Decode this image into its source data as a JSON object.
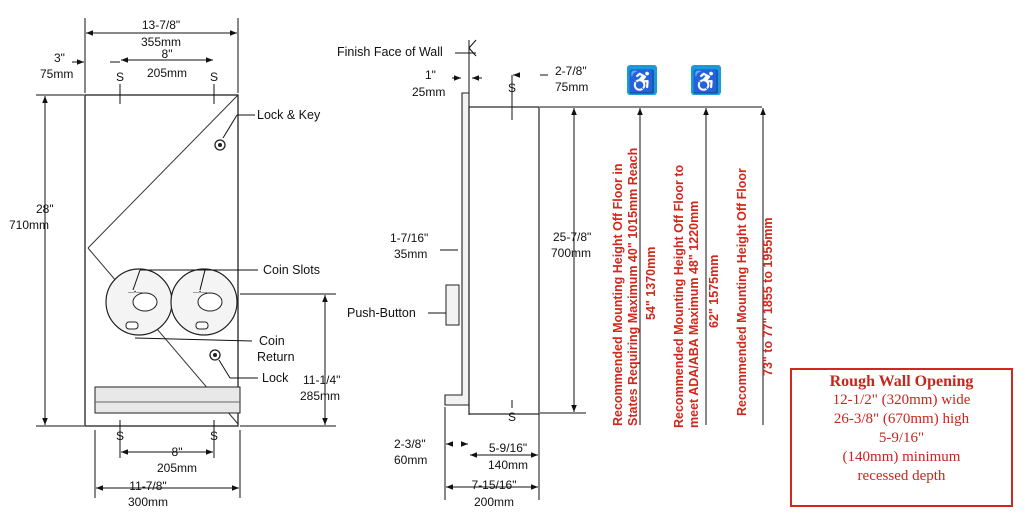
{
  "front_view": {
    "top_width_in": "13-7/8\"",
    "top_width_mm": "355mm",
    "left_offset_in": "3\"",
    "left_offset_mm": "75mm",
    "top_s_spacing_in": "8\"",
    "top_s_spacing_mm": "205mm",
    "height_in": "28\"",
    "height_mm": "710mm",
    "coin_height_in": "11-1/4\"",
    "coin_height_mm": "285mm",
    "bottom_s_spacing_in": "8\"",
    "bottom_s_spacing_mm": "205mm",
    "bottom_width_in": "11-7/8\"",
    "bottom_width_mm": "300mm",
    "stud_marker": "S",
    "labels": {
      "lock_key": "Lock & Key",
      "coin_slots": "Coin Slots",
      "coin_return_1": "Coin",
      "coin_return_2": "Return",
      "lock": "Lock"
    }
  },
  "side_view": {
    "finish_face": "Finish Face of Wall",
    "flange_in": "1\"",
    "flange_mm": "25mm",
    "stud_in": "2-7/8\"",
    "stud_mm": "75mm",
    "button_in": "1-7/16\"",
    "button_mm": "35mm",
    "push_button": "Push-Button",
    "body_height_in": "25-7/8\"",
    "body_height_mm": "700mm",
    "bottom_in": "2-3/8\"",
    "bottom_mm": "60mm",
    "depth_in": "5-9/16\"",
    "depth_mm": "140mm",
    "overall_in": "7-15/16\"",
    "overall_mm": "200mm",
    "stud_marker": "S"
  },
  "mounting_notes": {
    "col1_line1": "Recommended Mounting Height Off Floor in",
    "col1_line2": "States Requiring Maximum  40\"  1015mm Reach",
    "col1_line3": "54\"  1370mm",
    "col2_line1": "Recommended Mounting Height Off Floor to",
    "col2_line2": "meet ADA/ABA Maximum  48\"  1220mm",
    "col2_line3": "62\"  1575mm",
    "col3_line1": "Recommended Mounting Height Off Floor",
    "col3_line2": "73\" to 77\"  1855 to 1955mm",
    "icon_color": "#1a9ad6",
    "text_color": "#d0281b"
  },
  "rough_opening": {
    "title": "Rough Wall Opening",
    "line1": "12-1/2\" (320mm) wide",
    "line2": "26-3/8\" (670mm) high",
    "line3": "5-9/16\"",
    "line4": "(140mm) minimum",
    "line5": "recessed depth"
  }
}
